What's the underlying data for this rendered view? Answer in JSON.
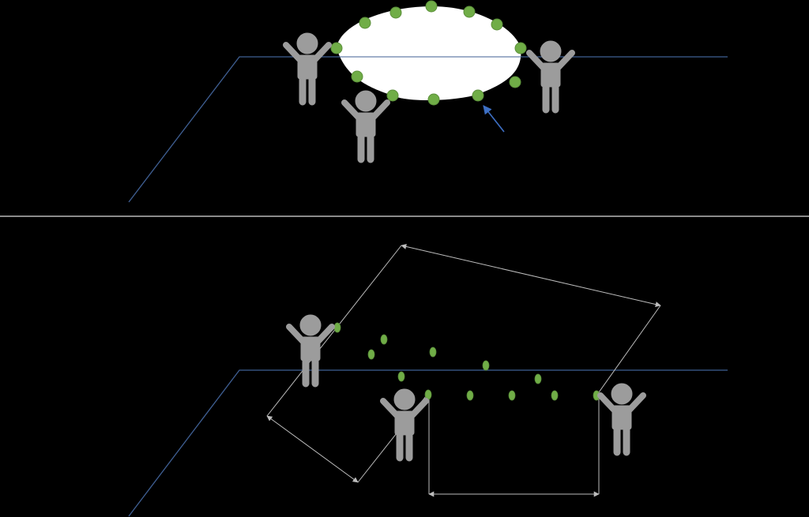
{
  "colors": {
    "background": "#000000",
    "floor_line": "#3f5f93",
    "divider": "#b9b9b9",
    "person": "#9c9c9c",
    "marker": "#70ad47",
    "marker_outline": "#5b8f3a",
    "blob_fill": "#ffffff",
    "arrow_blue": "#3d6fc4",
    "dimension": "#bdbdbd"
  },
  "panels": [
    {
      "id": "top",
      "title": "",
      "people": 3,
      "markers": 13,
      "shape": "white-deformable-blob",
      "pointer": "blue-arrow-to-blob-edge"
    },
    {
      "id": "bottom",
      "title": "",
      "people": 3,
      "markers": 13,
      "shape": "dimensioned-rectangle",
      "dimension_arrows": 4
    }
  ],
  "icons": [
    "person-icon",
    "marker-dot",
    "arrow"
  ]
}
